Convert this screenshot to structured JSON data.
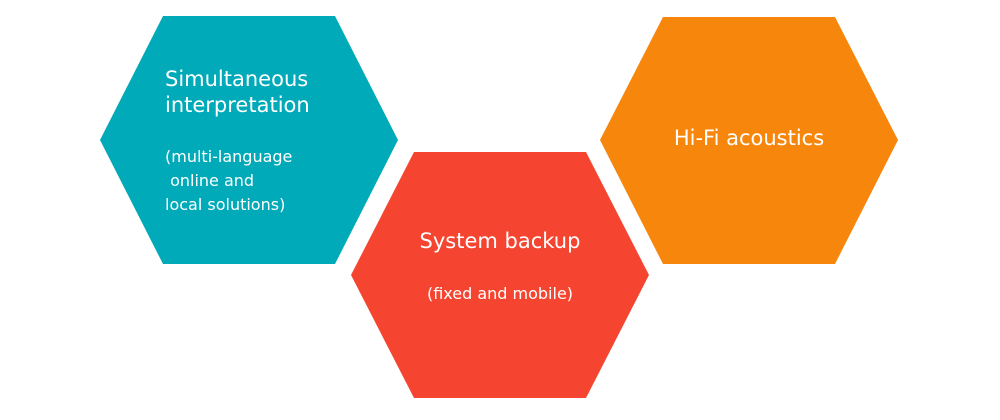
{
  "colors": {
    "background": "#ffffff",
    "teal": "#00aab8",
    "red": "#f54430",
    "orange": "#f7860c",
    "text": "#ffffff"
  },
  "hexagons": [
    {
      "color": "#00aab8",
      "title_lines": [
        "Simultaneous",
        "interpretation"
      ],
      "subtitle_lines": [
        "(multi-language",
        " online and",
        "local solutions)"
      ]
    },
    {
      "color": "#f54430",
      "title_lines": [
        "System backup"
      ],
      "subtitle_lines": [
        "(fixed and mobile)"
      ]
    },
    {
      "color": "#f7860c",
      "title_lines": [
        "Hi-Fi acoustics"
      ],
      "subtitle_lines": []
    }
  ]
}
